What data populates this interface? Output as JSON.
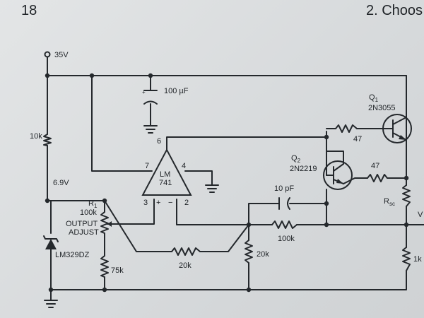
{
  "header": {
    "page_number": "18",
    "chapter_title": "2. Choos"
  },
  "labels": {
    "supply": "35V",
    "cap_main": "100 µF",
    "r_10k": "10k",
    "zener_voltage": "6.9V",
    "r1_name": "R",
    "r1_sub": "1",
    "r1_value": "100k",
    "output_adjust_1": "OUTPUT",
    "output_adjust_2": "ADJUST",
    "zener_part": "LM329DZ",
    "r_75k": "75k",
    "r_20k_bottom": "20k",
    "r_20k_right": "20k",
    "r_100k": "100k",
    "r_1k": "1k",
    "cap_10pf": "10 pF",
    "opamp_l1": "LM",
    "opamp_l2": "741",
    "pin6": "6",
    "pin7": "7",
    "pin4": "4",
    "pin3": "3",
    "pin2": "2",
    "plus": "+",
    "minus": "−",
    "q1_name": "Q",
    "q1_sub": "1",
    "q1_part": "2N3055",
    "q2_name": "Q",
    "q2_sub": "2",
    "q2_part": "2N2219",
    "r_47_top": "47",
    "r_47_mid": "47",
    "rsc_name": "R",
    "rsc_sub": "sc",
    "v_out": "V"
  }
}
